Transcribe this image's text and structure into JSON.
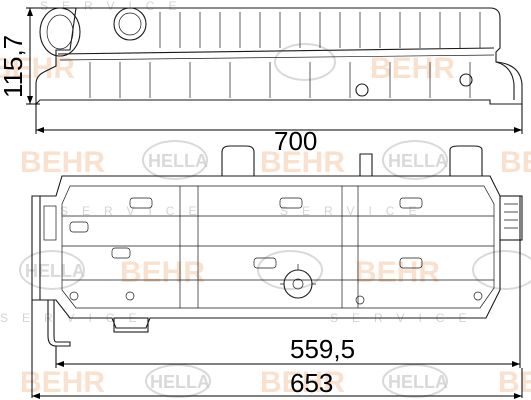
{
  "dimensions": {
    "height": "115,7",
    "length_overall": "700",
    "width_body": "559,5",
    "width_total": "653"
  },
  "watermarks": {
    "brand_behr": "BEHR",
    "brand_hella": "HELLA",
    "service": "SERVICE"
  },
  "colors": {
    "line": "#1a1a1a",
    "watermark_orange": "#f6c9a6",
    "watermark_grey": "#c9c9c9"
  }
}
